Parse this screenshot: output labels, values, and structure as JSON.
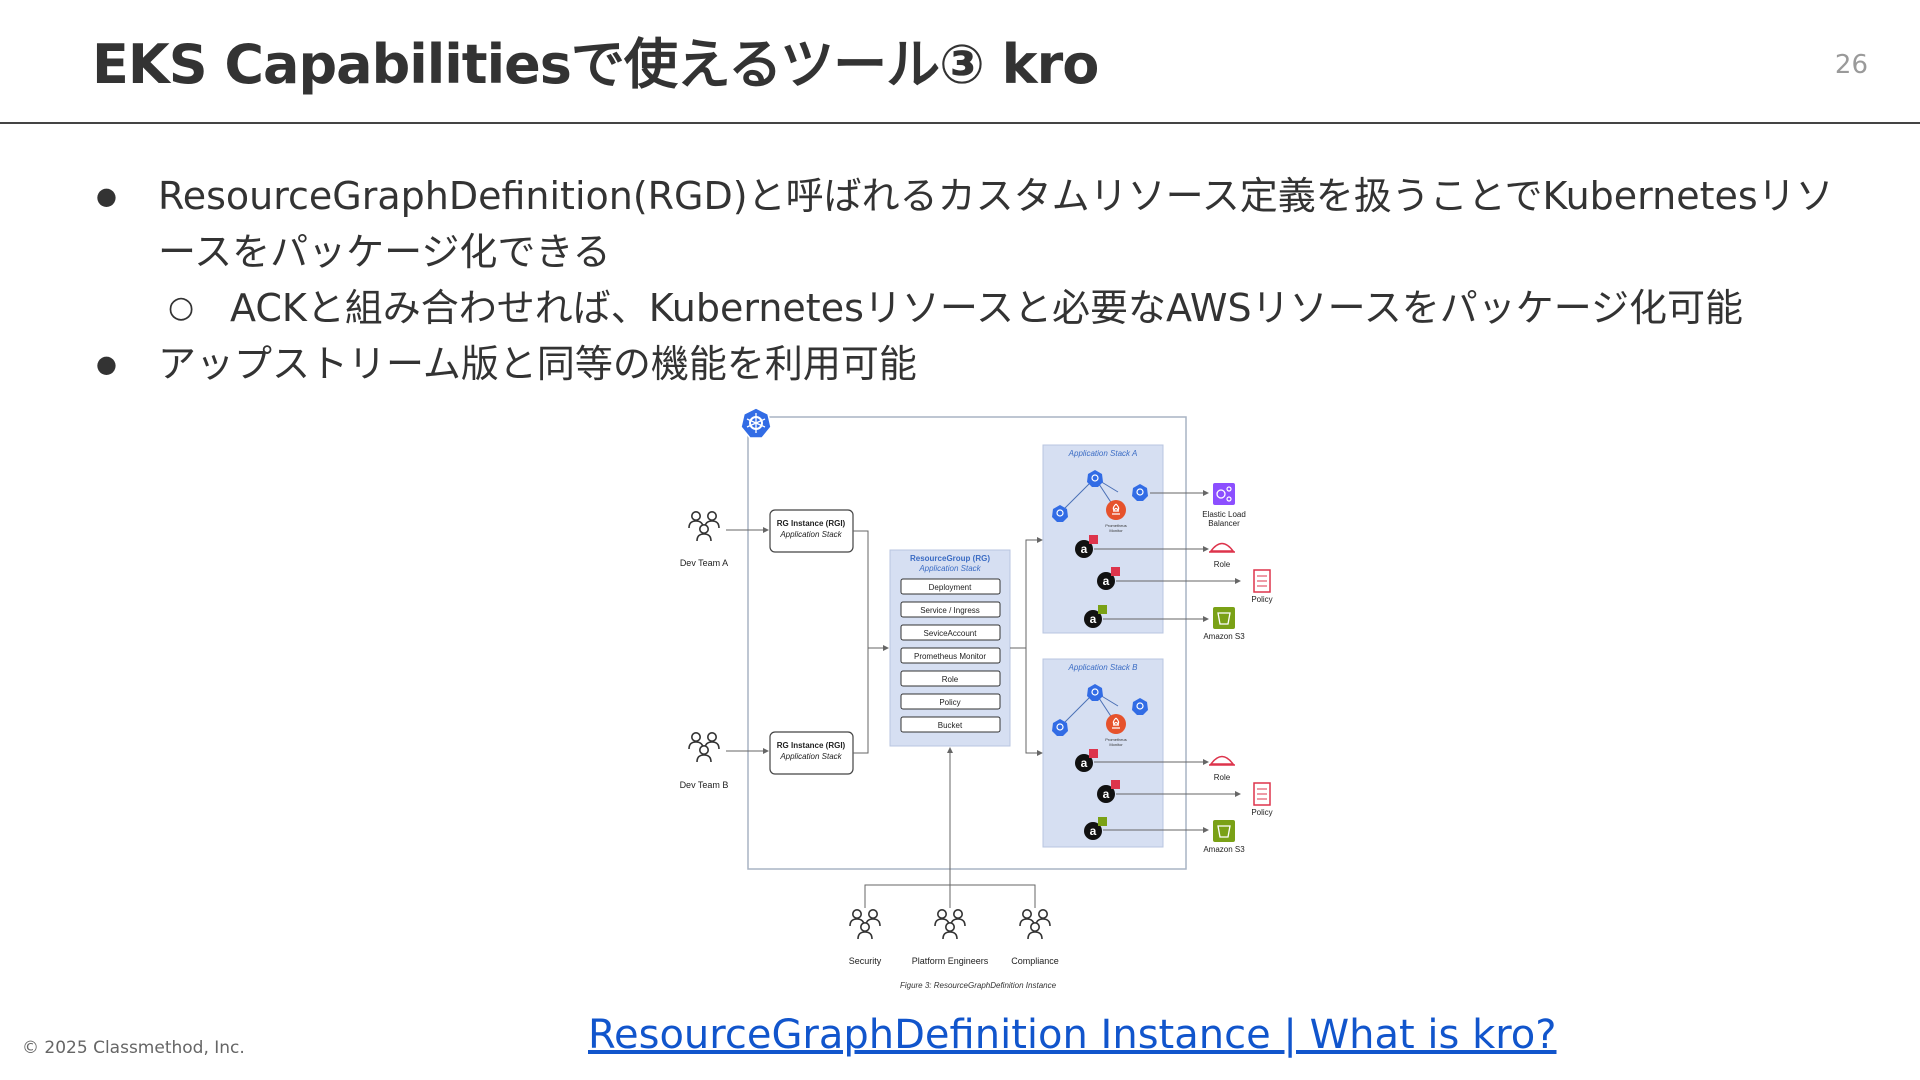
{
  "slide": {
    "title": "EKS Capabilitiesで使えるツール③ kro",
    "page_number": "26"
  },
  "bullets": [
    "ResourceGraphDefinition(RGD)と呼ばれるカスタムリソース定義を扱うことでKubernetesリソースをパッケージ化できる",
    "ACKと組み合わせれば、Kubernetesリソースと必要なAWSリソースをパッケージ化可能",
    "アップストリーム版と同等の機能を利用可能"
  ],
  "diagram": {
    "dev_team_a": "Dev Team A",
    "dev_team_b": "Dev Team B",
    "rgi_title": "RG Instance (RGI)",
    "rgi_subtitle": "Application Stack",
    "rg_title": "ResourceGroup (RG)",
    "rg_subtitle": "Application Stack",
    "rg_items": [
      "Deployment",
      "Service / Ingress",
      "SeviceAccount",
      "Prometheus Monitor",
      "Role",
      "Policy",
      "Bucket"
    ],
    "stack_a": "Application Stack A",
    "stack_b": "Application Stack B",
    "prometheus": "Prometheus",
    "monitor": "Monitor",
    "elb_line1": "Elastic Load",
    "elb_line2": "Balancer",
    "role": "Role",
    "policy": "Policy",
    "s3": "Amazon S3",
    "security": "Security",
    "platform_engineers": "Platform Engineers",
    "compliance": "Compliance",
    "caption": "Figure 3: ResourceGraphDefinition Instance"
  },
  "footer": {
    "copyright": "© 2025 Classmethod, Inc.",
    "link_text": "ResourceGraphDefinition Instance | What is kro?"
  },
  "colors": {
    "stack_bg": "#d6dff2",
    "k8s_blue": "#326ce5",
    "prometheus_orange": "#e6522c",
    "aws_red": "#dd344c",
    "s3_green": "#7aa116",
    "elb_purple": "#8c4fff",
    "link_blue": "#1155cc"
  }
}
